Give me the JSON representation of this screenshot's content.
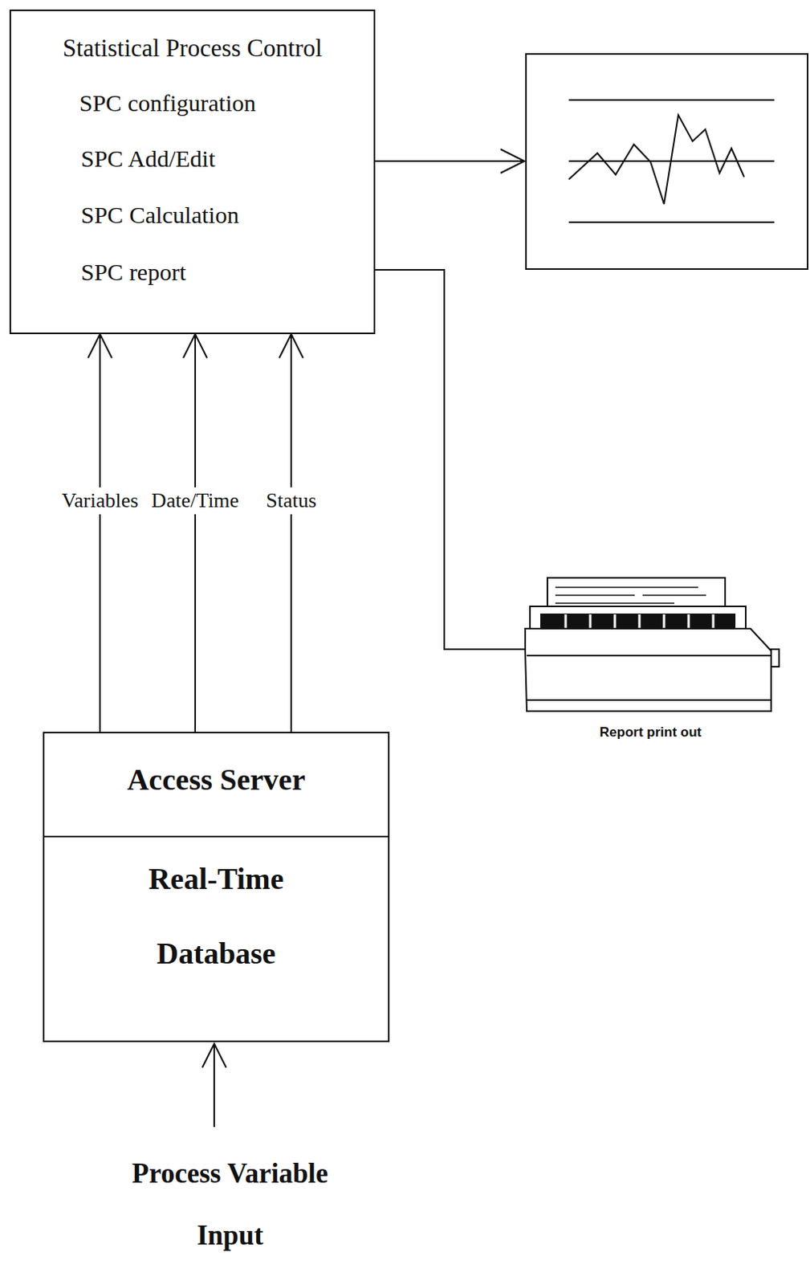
{
  "diagram": {
    "nodes": [
      {
        "text": [
          "Statistical Process Control",
          "SPC configuration",
          "SPC Add/Edit",
          "SPC Calculation",
          "SPC report"
        ]
      },
      {
        "text": [
          "Access Server",
          "Real-Time Database"
        ]
      }
    ],
    "edges": [
      {
        "from": 1,
        "to": 0,
        "label": "Variables",
        "arrow": "to"
      },
      {
        "from": 1,
        "to": 0,
        "label": "Date/Time",
        "arrow": "to"
      },
      {
        "from": 1,
        "to": 0,
        "label": "Status",
        "arrow": "to"
      }
    ],
    "labels": [
      "Process Variable Input",
      "Report print out"
    ]
  }
}
